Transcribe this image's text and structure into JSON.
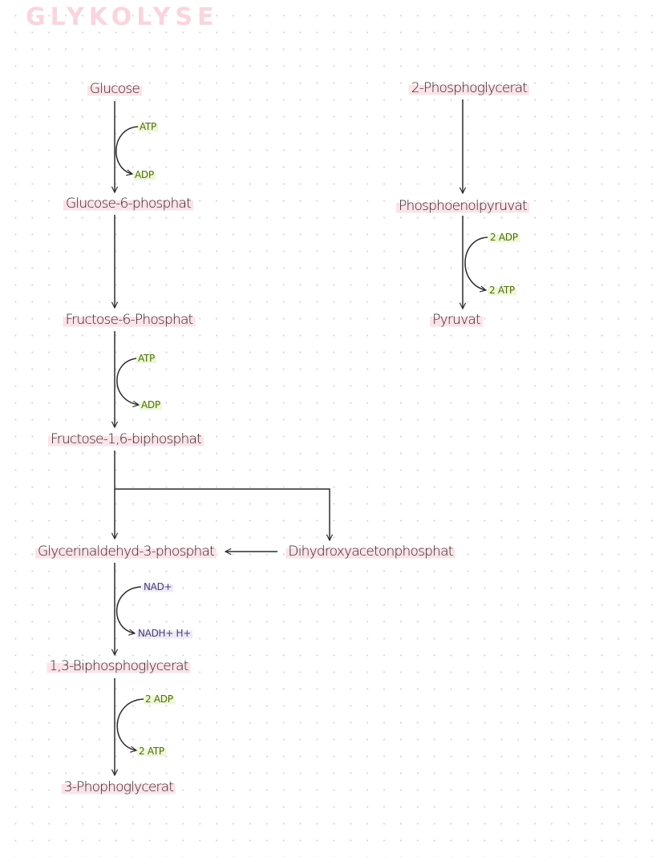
{
  "title": "GLYKOLYSE",
  "colors": {
    "title": "#f9d5de",
    "node_highlight": "#fbe3e8",
    "energy_highlight": "#eef8d4",
    "redox_highlight": "#efeaf8",
    "text": "#2b2326",
    "arrow": "#2b2b2b"
  },
  "left_pathway": {
    "glucose": "Glucose",
    "glucose_6_phosphat": "Glucose-6-phosphat",
    "fructose_6_phosphat": "Fructose-6-Phosphat",
    "fructose_1_6_biphosphat": "Fructose-1,6-biphosphat",
    "glycerinaldehyd_3_phosphat": "Glycerinaldehyd-3-phosphat",
    "dihydroxyacetonphosphat": "Dihydroxyacetonphosphat",
    "biphosphoglycerat_1_3": "1,3-Biphosphoglycerat",
    "phophoglycerat_3": "3-Phophoglycerat"
  },
  "right_pathway": {
    "phosphoglycerat_2": "2-Phosphoglycerat",
    "phosphoenolpyruvat": "Phosphoenolpyruvat",
    "pyruvat": "Pyruvat"
  },
  "cofactors": {
    "step1_in": "ATP",
    "step1_out": "ADP",
    "step3_in": "ATP",
    "step3_out": "ADP",
    "step6_in": "NAD+",
    "step6_out": "NADH+ H+",
    "step7_in": "2 ADP",
    "step7_out": "2 ATP",
    "step10_in": "2 ADP",
    "step10_out": "2 ATP"
  }
}
